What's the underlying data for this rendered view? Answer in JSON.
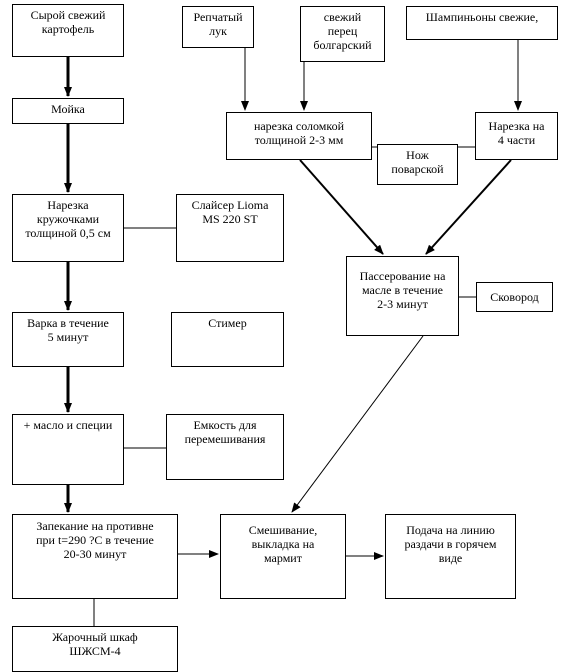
{
  "nodes": {
    "raw_potato": [
      "Сырой свежий",
      "картофель"
    ],
    "washing": [
      "Мойка"
    ],
    "slicing": [
      "Нарезка",
      "кружочками",
      "толщиной 0,5 см"
    ],
    "slicer": [
      "Слайсер Lioma",
      "MS 220 ST"
    ],
    "boiling": [
      "Варка в течение",
      "5 минут"
    ],
    "steamer": [
      "Стимер"
    ],
    "oil_spices": [
      "+ масло и специи"
    ],
    "mixing_container": [
      "Емкость для",
      "перемешивания"
    ],
    "baking": [
      "Запекание на противне",
      "при t=290 ?С в течение",
      "20-30 минут"
    ],
    "oven": [
      "Жарочный шкаф",
      "ШЖСМ-4"
    ],
    "onion": [
      "Репчатый",
      "лук"
    ],
    "pepper": [
      "свежий",
      "перец",
      "болгарский"
    ],
    "mushrooms": [
      "Шампиньоны свежие,"
    ],
    "julienne": [
      "нарезка соломкой",
      "толщиной 2-3 мм"
    ],
    "knife": [
      "Нож",
      "поварской"
    ],
    "quarters": [
      "Нарезка на",
      "4 части"
    ],
    "sauteing": [
      "Пассерование на",
      "масле в течение",
      "2-3 минут"
    ],
    "pan": [
      "Сковород"
    ],
    "mixing": [
      "Смешивание,",
      "выкладка на",
      "мармит"
    ],
    "serving": [
      "Подача на линию",
      "раздачи в горячем",
      "виде"
    ]
  }
}
